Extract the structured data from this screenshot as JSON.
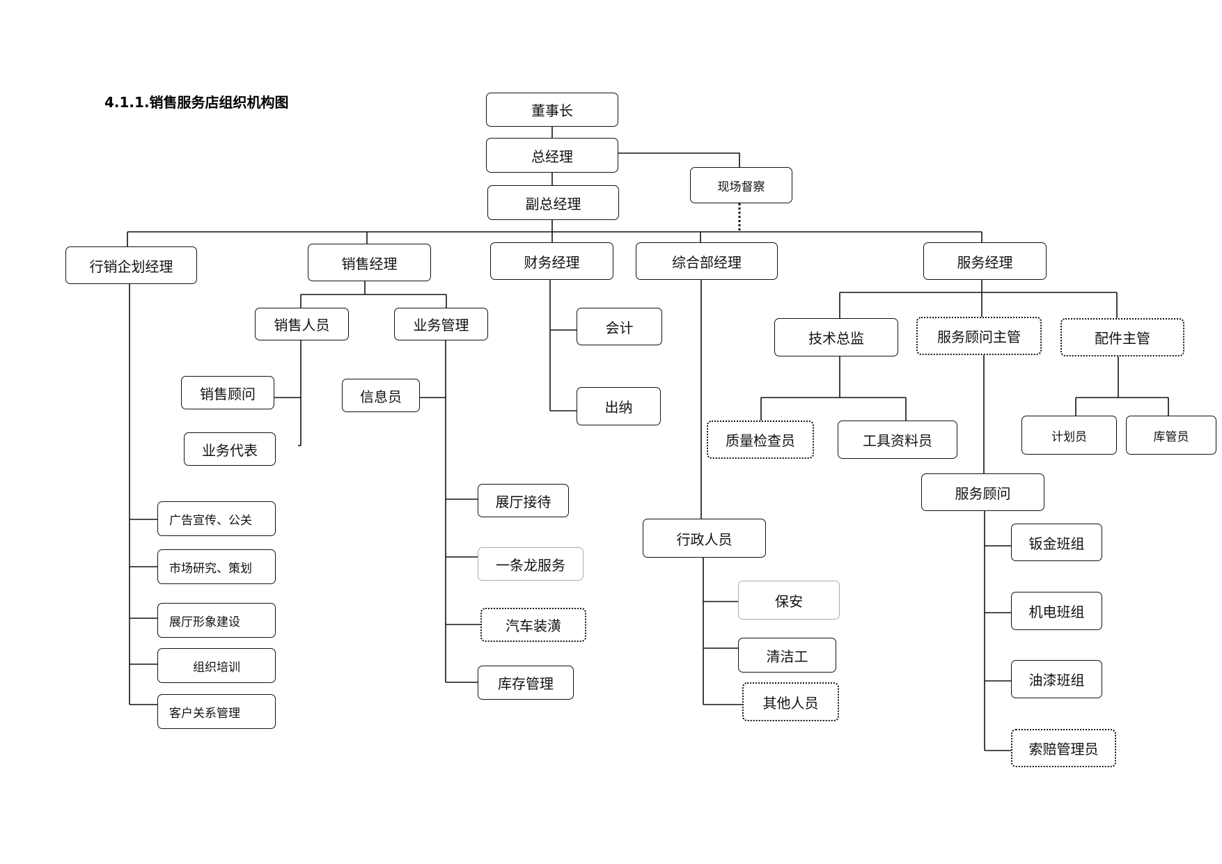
{
  "diagram": {
    "title": "4.1.1.销售服务店组织机构图",
    "nodes": {
      "chairman": "董事长",
      "gm": "总经理",
      "supervisor": "现场督察",
      "vgm": "副总经理",
      "marketing_mgr": "行销企划经理",
      "sales_mgr": "销售经理",
      "finance_mgr": "财务经理",
      "admin_mgr": "综合部经理",
      "service_mgr": "服务经理",
      "salesperson": "销售人员",
      "business_mgmt": "业务管理",
      "sales_consultant": "销售顾问",
      "business_rep": "业务代表",
      "info_clerk": "信息员",
      "accountant": "会计",
      "cashier": "出纳",
      "tech_director": "技术总监",
      "service_advisor_lead": "服务顾问主管",
      "parts_lead": "配件主管",
      "quality_inspector": "质量检查员",
      "tool_clerk": "工具资料员",
      "planner": "计划员",
      "warehouse_clerk": "库管员",
      "advertising": "广告宣传、公关",
      "market_research": "市场研究、策划",
      "showroom_image": "展厅形象建设",
      "training": "组织培训",
      "crm": "客户关系管理",
      "showroom_reception": "展厅接待",
      "one_stop": "一条龙服务",
      "car_decoration": "汽车装潢",
      "inventory": "库存管理",
      "admin_staff": "行政人员",
      "security": "保安",
      "cleaner": "清洁工",
      "other_staff": "其他人员",
      "service_advisor": "服务顾问",
      "sheet_metal": "钣金班组",
      "electromech": "机电班组",
      "paint": "油漆班组",
      "claims": "索赔管理员"
    }
  }
}
